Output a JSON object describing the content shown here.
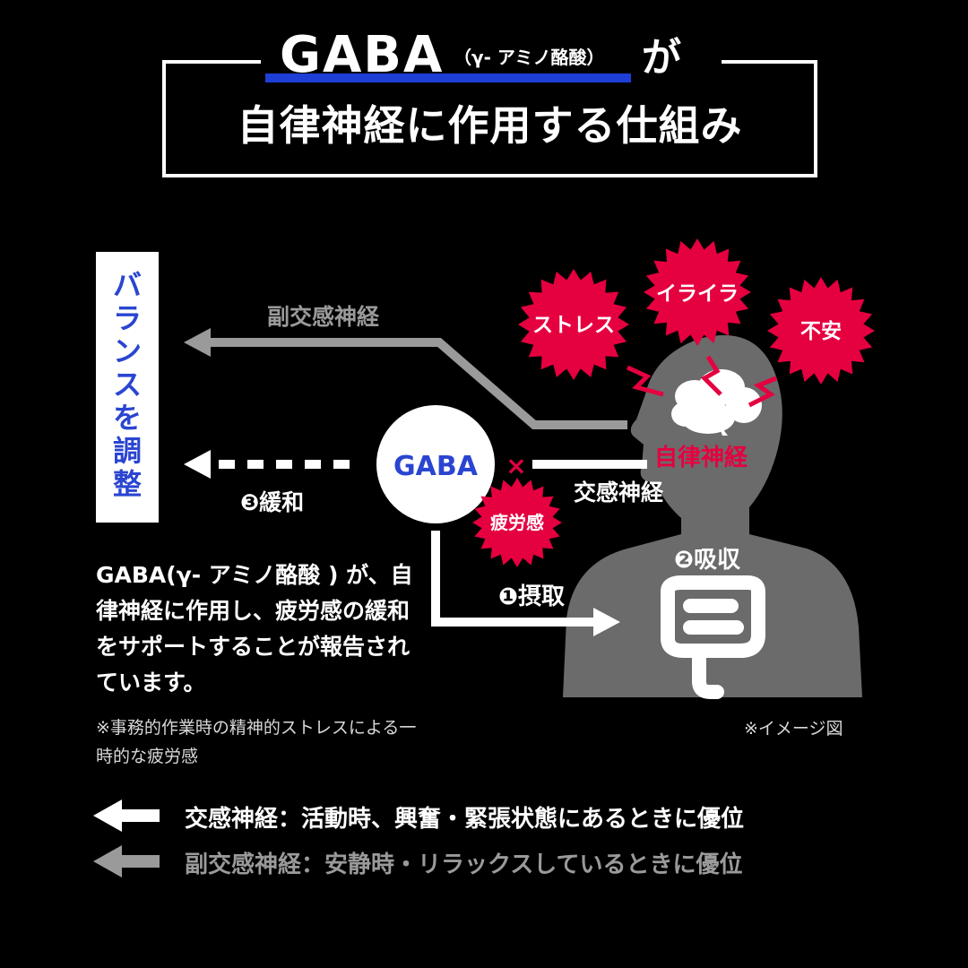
{
  "title": {
    "gaba": "GABA",
    "sub": "（γ- アミノ酪酸）",
    "ga": "が",
    "main": "自律神経に作用する仕組み"
  },
  "diagram": {
    "balance": "バランスを調整",
    "parasympathetic": "副交感神経",
    "kanwa": "❸緩和",
    "gaba_circle": "GABA",
    "cross_mark": "×",
    "sympathetic": "交感神経",
    "fatigue": "疲労感",
    "autonomic": "自律神経",
    "absorb": "❷吸収",
    "intake": "❶摂取",
    "stress": "ストレス",
    "irritation": "イライラ",
    "anxiety": "不安"
  },
  "description": "GABA(γ- アミノ酪酸 ) が、自律神経に作用し、疲労感の緩和をサポートすることが報告されています。",
  "note": "※事務的作業時の精神的ストレスによる一時的な疲労感",
  "image_note": "※イメージ図",
  "legend": {
    "sympathetic": "交感神経：活動時、興奮・緊張状態にあるときに優位",
    "parasympathetic": "副交感神経：安静時・リラックスしているときに優位"
  },
  "colors": {
    "accent_blue": "#1d3fd6",
    "alert_red": "#e50040",
    "gray": "#9a9a9a",
    "body_gray": "#6b6b6b"
  }
}
